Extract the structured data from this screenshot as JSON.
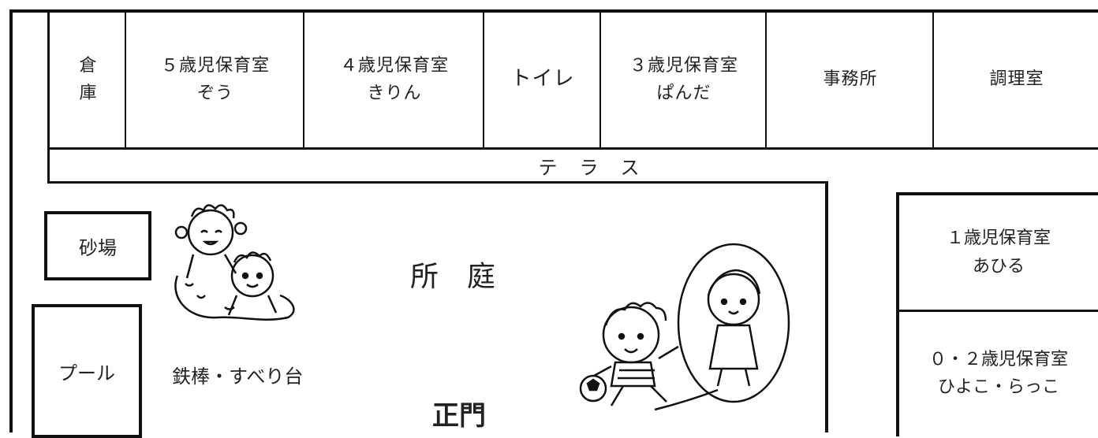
{
  "rooms": [
    {
      "line1": "倉",
      "line2": "庫"
    },
    {
      "line1": "５歳児保育室",
      "line2": "ぞう"
    },
    {
      "line1": "４歳児保育室",
      "line2": "きりん"
    },
    {
      "line1": "トイレ",
      "line2": ""
    },
    {
      "line1": "３歳児保育室",
      "line2": "ぱんだ"
    },
    {
      "line1": "事務所",
      "line2": ""
    },
    {
      "line1": "調理室",
      "line2": ""
    }
  ],
  "terrace": "テ　ラ　ス",
  "courtyard": "所　庭",
  "sandbox": "砂場",
  "pool": "プール",
  "bars_slide": "鉄棒・すべり台",
  "main_gate": "正門",
  "room_1yr": {
    "line1": "１歳児保育室",
    "line2": "あひる"
  },
  "room_0_2yr": {
    "line1": "０・２歳児保育室",
    "line2": "ひよこ・らっこ"
  }
}
